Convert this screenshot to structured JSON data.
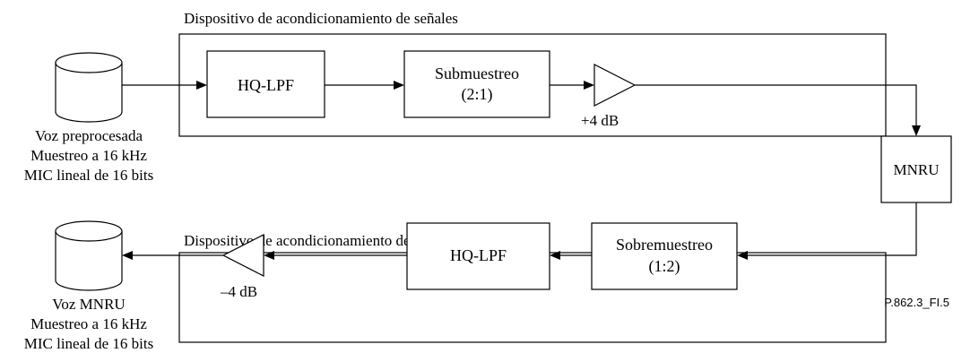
{
  "upper_device": {
    "title": "Dispositivo de acondicionamiento de señales",
    "filter_label": "HQ-LPF",
    "resampler_line1": "Submuestreo",
    "resampler_line2": "(2:1)",
    "gain_label": "+4 dB"
  },
  "lower_device": {
    "title": "Dispositivo de acondicionamiento de señales",
    "filter_label": "HQ-LPF",
    "resampler_line1": "Sobremuestreo",
    "resampler_line2": "(1:2)",
    "gain_label": "–4 dB"
  },
  "mnru_label": "MNRU",
  "source": {
    "line1": "Voz preprocesada",
    "line2": "Muestreo a 16 kHz",
    "line3": "MIC lineal de 16 bits"
  },
  "sink": {
    "line1": "Voz MNRU",
    "line2": "Muestreo a 16 kHz",
    "line3": "MIC lineal de 16 bits"
  },
  "figure_id": "P.862.3_FI.5"
}
